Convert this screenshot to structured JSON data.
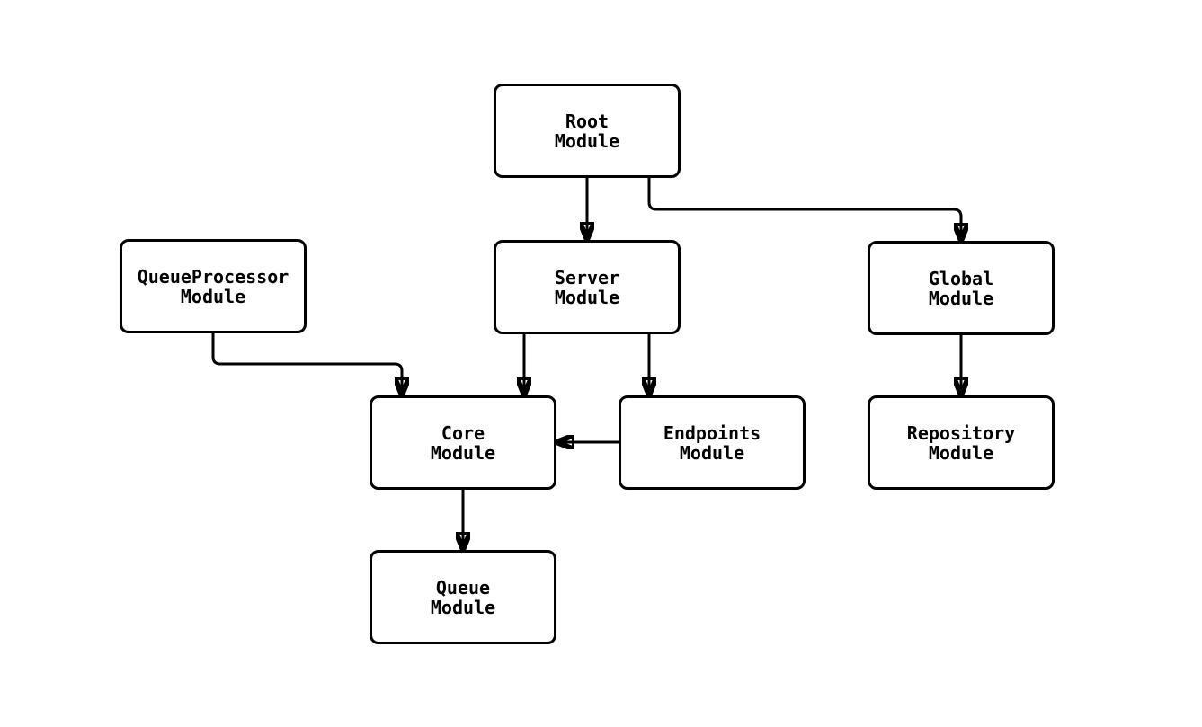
{
  "diagram": {
    "type": "flowchart",
    "direction": "top-down",
    "background_color": "#ffffff",
    "node_fill_color": "#ffffff",
    "node_border_color": "#000000",
    "edge_color": "#000000",
    "text_color": "#000000"
  },
  "nodes": [
    {
      "id": "RootModule",
      "line1": "Root",
      "line2": "Module"
    },
    {
      "id": "QueueProcessorModule",
      "line1": "QueueProcessor",
      "line2": "Module"
    },
    {
      "id": "ServerModule",
      "line1": "Server",
      "line2": "Module"
    },
    {
      "id": "GlobalModule",
      "line1": "Global",
      "line2": "Module"
    },
    {
      "id": "CoreModule",
      "line1": "Core",
      "line2": "Module"
    },
    {
      "id": "EndpointsModule",
      "line1": "Endpoints",
      "line2": "Module"
    },
    {
      "id": "RepositoryModule",
      "line1": "Repository",
      "line2": "Module"
    },
    {
      "id": "QueueModule",
      "line1": "Queue",
      "line2": "Module"
    }
  ],
  "edges": [
    {
      "from": "RootModule",
      "to": "ServerModule"
    },
    {
      "from": "RootModule",
      "to": "GlobalModule"
    },
    {
      "from": "QueueProcessorModule",
      "to": "CoreModule"
    },
    {
      "from": "ServerModule",
      "to": "CoreModule"
    },
    {
      "from": "ServerModule",
      "to": "EndpointsModule"
    },
    {
      "from": "EndpointsModule",
      "to": "CoreModule"
    },
    {
      "from": "GlobalModule",
      "to": "RepositoryModule"
    },
    {
      "from": "CoreModule",
      "to": "QueueModule"
    }
  ]
}
